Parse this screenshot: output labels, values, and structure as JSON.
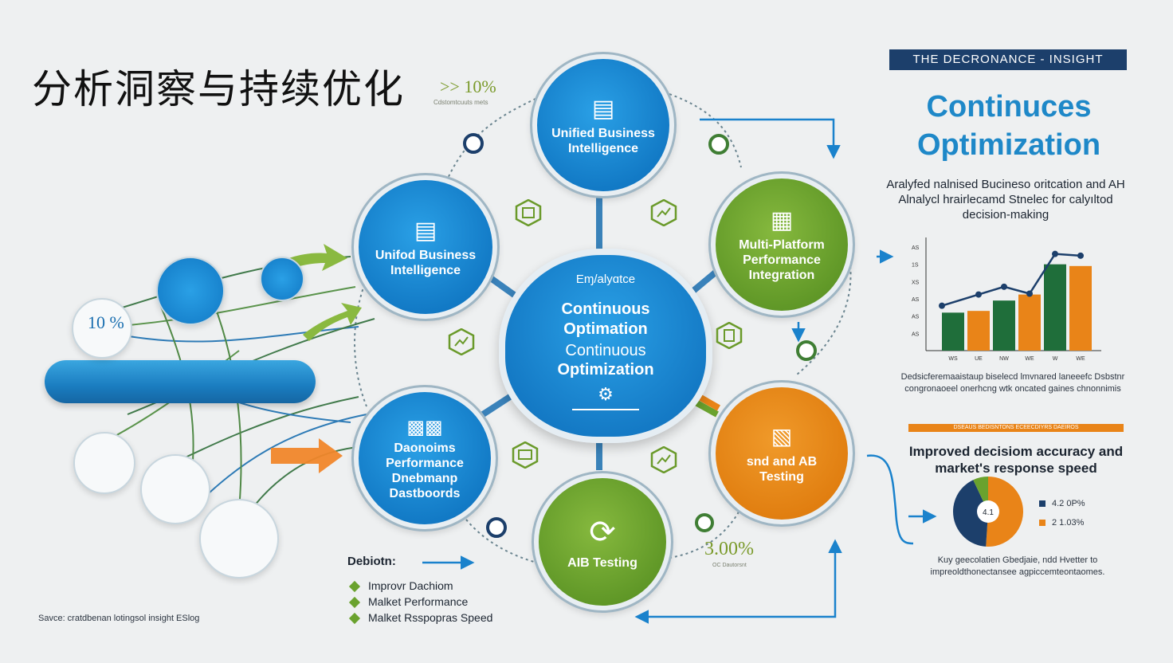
{
  "title": "分析洞察与持续优化",
  "stats": {
    "top_value": ">> 10%",
    "top_sub": "Cdstomtcuuts mets",
    "bottom_value": "3.00%",
    "bottom_sub": "ОС Dautorsnt",
    "pill_pct": "10 %"
  },
  "center": {
    "subtitle": "Eɱ/alyɑtce",
    "line1a": "Continuous",
    "line1b": "Optimation",
    "line2a": "Continuous",
    "line2b": "Optimization"
  },
  "nodes": {
    "top": "Unified Business Intelligence",
    "left_top": "Unifod Business Intelligence",
    "right_top": "Multi-Platform Performance Integration",
    "left_bottom": "Daonoims Performance Dnebmanp Dastboords",
    "right_bottom": "snd and AB Testing",
    "bottom": "AIB Testing"
  },
  "right_panel": {
    "banner": "THE DECRONANCE - INSIGHT",
    "title": "Continuces Optimization",
    "description": "Aralyfed nalnised Bucineso oritcation and AH Alnalycl hrairlecamd Stnelec for calyıltod decision-making",
    "chart_caption": "Dedsicferemaaistaup biselecd lmvnared laneeefc Dsbstnr congronaoeel onerhcng wtk oncated gaines chnonnimis",
    "orange_rule_text": "DSEAUS BEDISNTONS ECEECDIYRS DAEIROS",
    "improved": "Improved decisiom accuracy and market's response speed",
    "pie_legend": [
      {
        "label": "4.2 0P%",
        "color": "#1c3f6b"
      },
      {
        "label": "2 1.03%",
        "color": "#e98418"
      }
    ],
    "pie_center": "4.1",
    "bottom_caption": "Kuy geecolatien Gbedjaie, ndd Hvetter to impreoldthonectansee agpiccemteontaomes."
  },
  "chart_data": {
    "type": "bar",
    "categories": [
      "WS",
      "UE",
      "NW",
      "WE",
      "W",
      "WE"
    ],
    "series": [
      {
        "values": [
          44,
          46,
          58,
          65,
          100,
          98
        ],
        "colors": [
          "#1f6e3a",
          "#e98418",
          "#1f6e3a",
          "#e98418",
          "#1f6e3a",
          "#e98418"
        ]
      }
    ],
    "line": [
      52,
      65,
      74,
      66,
      112,
      110
    ],
    "ylim": [
      0,
      120
    ],
    "yticks": [
      "AS",
      "AS",
      "AS",
      "XS",
      "1S",
      "AS"
    ]
  },
  "debiom": {
    "title": "Debiotn:",
    "items": [
      "Imрrоvr Dachiom",
      "Malket Performance",
      "Malket Rsspopras Speed"
    ]
  },
  "source": "Savce: cratdbenan lotingsol insight ESlog",
  "colors": {
    "blue": "#1a82cc",
    "green": "#6aa22e",
    "orange": "#e98418",
    "navy": "#1c3f6b"
  }
}
